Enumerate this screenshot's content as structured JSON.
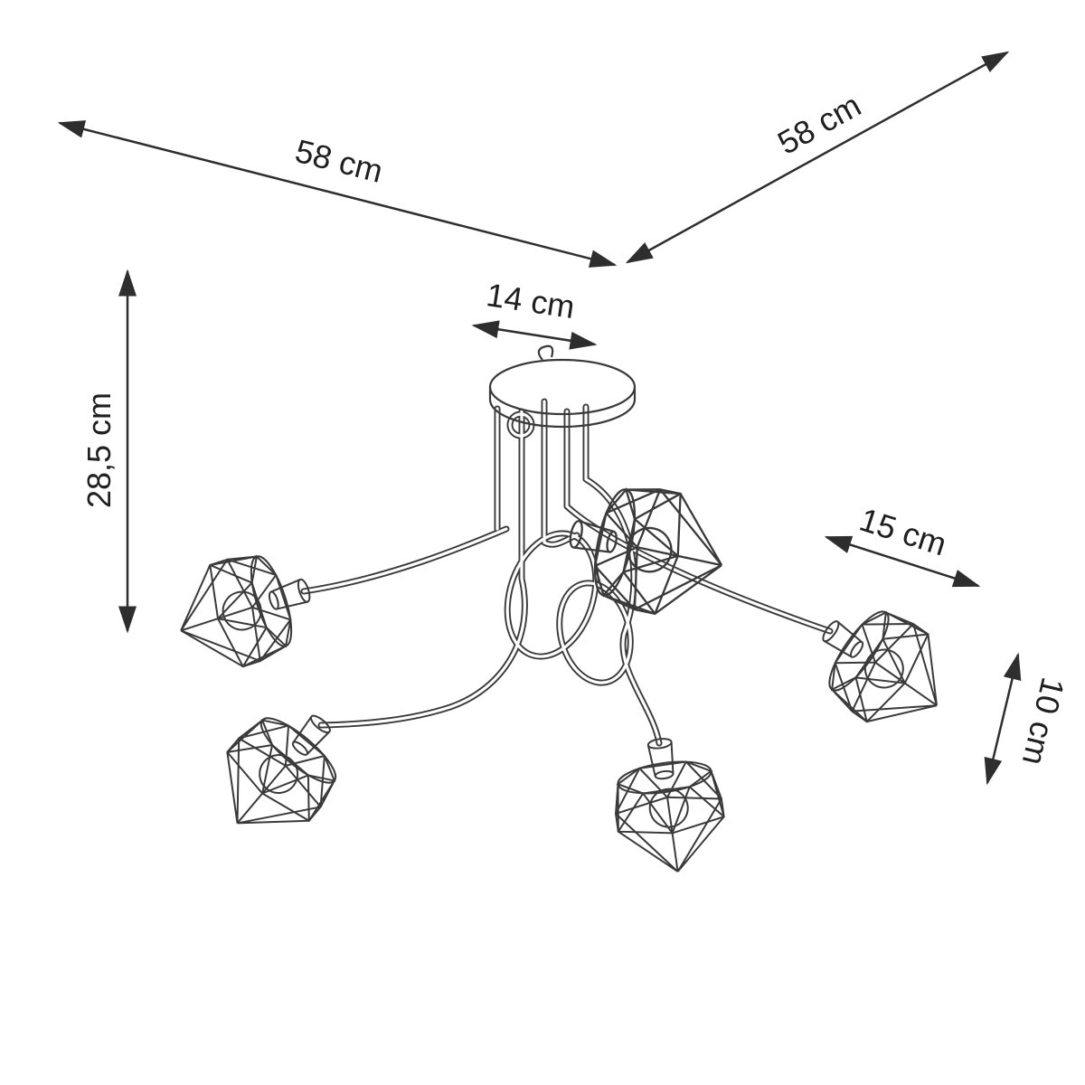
{
  "diagram": {
    "description": "technical dimension drawing of a 5-arm wire-cage ceiling chandelier",
    "colors": {
      "background": "#ffffff",
      "line": "#2e2e2e"
    },
    "labels": {
      "depth": "58 cm",
      "width": "58 cm",
      "canopy": "14 cm",
      "height": "28,5 cm",
      "shade_reach": "15 cm",
      "shade_height": "10 cm"
    }
  }
}
